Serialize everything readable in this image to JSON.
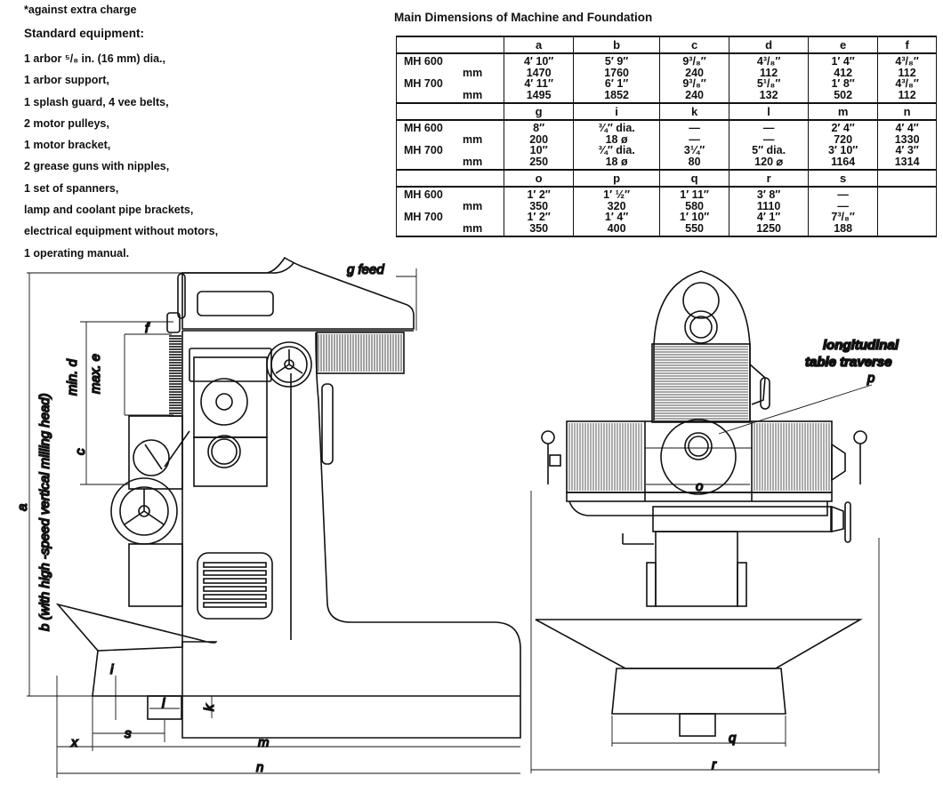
{
  "note": "*against extra charge",
  "standard_equipment": {
    "title": "Standard equipment:",
    "items": [
      "1 arbor ⁵/₈ in. (16 mm) dia.,",
      "1 arbor support,",
      "1 splash guard, 4 vee belts,",
      "2 motor pulleys,",
      "1 motor bracket,",
      "2 grease guns with nipples,",
      "1 set of spanners,",
      "lamp and coolant pipe brackets,",
      "electrical equipment without motors,",
      "1 operating manual."
    ]
  },
  "dimensions_table": {
    "title": "Main Dimensions of Machine and Foundation",
    "row_labels": {
      "model_1": "MH 600",
      "model_2": "MH 700",
      "unit": "mm"
    },
    "groups": [
      {
        "headers": [
          "a",
          "b",
          "c",
          "d",
          "e",
          "f"
        ],
        "values": [
          [
            "4′ 10″",
            "1470",
            "4′ 11″",
            "1495"
          ],
          [
            "5′ 9″",
            "1760",
            "6′ 1″",
            "1852"
          ],
          [
            "9³/₈″",
            "240",
            "9³/₈″",
            "240"
          ],
          [
            "4³/₈″",
            "112",
            "5¹/₈″",
            "132"
          ],
          [
            "1′ 4″",
            "412",
            "1′ 8″",
            "502"
          ],
          [
            "4³/₈″",
            "112",
            "4³/₈″",
            "112"
          ]
        ]
      },
      {
        "headers": [
          "g",
          "i",
          "k",
          "l",
          "m",
          "n"
        ],
        "values": [
          [
            "8″",
            "200",
            "10″",
            "250"
          ],
          [
            "¾″ dia.",
            "18 ø",
            "¾″ dia.",
            "18 ø"
          ],
          [
            "—",
            "—",
            "3¼″",
            "80"
          ],
          [
            "—",
            "—",
            "5″ dia.",
            "120 ⌀"
          ],
          [
            "2′ 4″",
            "720",
            "3′ 10″",
            "1164"
          ],
          [
            "4′ 4″",
            "1330",
            "4′ 3″",
            "1314"
          ]
        ]
      },
      {
        "headers": [
          "o",
          "p",
          "q",
          "r",
          "s",
          ""
        ],
        "values": [
          [
            "1′ 2″",
            "350",
            "1′ 2″",
            "350"
          ],
          [
            "1′ ½″",
            "320",
            "1′ 4″",
            "400"
          ],
          [
            "1′ 11″",
            "580",
            "1′ 10″",
            "550"
          ],
          [
            "3′ 8″",
            "1110",
            "4′ 1″",
            "1250"
          ],
          [
            "—",
            "—",
            "7³/₈″",
            "188"
          ],
          [
            "",
            "",
            "",
            ""
          ]
        ]
      }
    ]
  },
  "side_view_labels": {
    "g_feed": "g feed",
    "a": "a",
    "b_note": "b (with high -speed vertical milling head)",
    "min_d": "min. d",
    "max_e": "max. e",
    "f": "f",
    "c": "c",
    "i": "i",
    "l": "l",
    "k": "k",
    "s": "s",
    "x": "x",
    "m": "m",
    "n": "n"
  },
  "front_view_labels": {
    "annotation_line1": "longitudinal",
    "annotation_line2": "table traverse",
    "p": "p",
    "o": "o",
    "q": "q",
    "r": "r"
  }
}
